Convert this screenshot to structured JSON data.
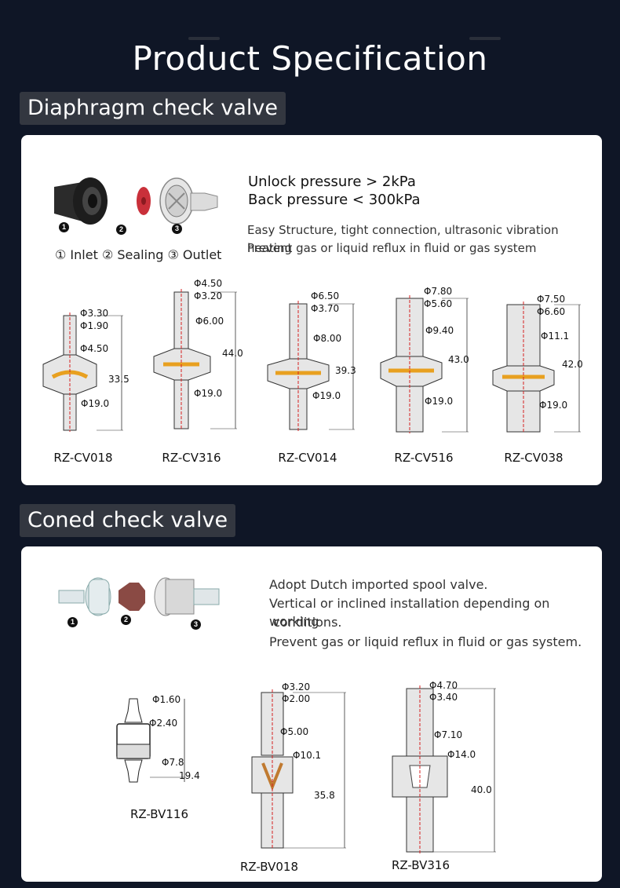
{
  "page": {
    "title": "Product Specification"
  },
  "diaphragm": {
    "heading": "Diaphragm check valve",
    "parts": {
      "n1": "1",
      "n2": "2",
      "n3": "3",
      "legend": "① Inlet ② Sealing ③ Outlet"
    },
    "specs": {
      "unlock": "Unlock pressure > 2kPa",
      "back": "Back pressure < 300kPa",
      "line1": "Easy Structure, tight connection, ultrasonic vibration heating",
      "line2": "Prevent gas or liquid reflux in fluid or gas system"
    },
    "models": [
      {
        "name": "RZ-CV018",
        "dims": [
          "Φ3.30",
          "Φ1.90",
          "Φ4.50",
          "33.5",
          "Φ19.0"
        ]
      },
      {
        "name": "RZ-CV316",
        "dims": [
          "Φ4.50",
          "Φ3.20",
          "Φ6.00",
          "44.0",
          "Φ19.0"
        ]
      },
      {
        "name": "RZ-CV014",
        "dims": [
          "Φ6.50",
          "Φ3.70",
          "Φ8.00",
          "39.3",
          "Φ19.0"
        ]
      },
      {
        "name": "RZ-CV516",
        "dims": [
          "Φ7.80",
          "Φ5.60",
          "Φ9.40",
          "43.0",
          "Φ19.0"
        ]
      },
      {
        "name": "RZ-CV038",
        "dims": [
          "Φ7.50",
          "Φ6.60",
          "Φ11.1",
          "42.0",
          "Φ19.0"
        ]
      }
    ]
  },
  "coned": {
    "heading": "Coned check valve",
    "parts": {
      "n1": "1",
      "n2": "2",
      "n3": "3"
    },
    "specs": {
      "line1": "Adopt Dutch imported spool valve.",
      "line2": "Vertical or inclined installation depending on working",
      "line3": " conditions.",
      "line4": "Prevent gas or liquid reflux in fluid or gas system."
    },
    "models": [
      {
        "name": "RZ-BV116",
        "dims": [
          "Φ1.60",
          "Φ2.40",
          "Φ7.8",
          "19.4"
        ]
      },
      {
        "name": "RZ-BV018",
        "dims": [
          "Φ3.20",
          "Φ2.00",
          "Φ5.00",
          "Φ10.1",
          "35.8"
        ]
      },
      {
        "name": "RZ-BV316",
        "dims": [
          "Φ4.70",
          "Φ3.40",
          "Φ7.10",
          "Φ14.0",
          "40.0"
        ]
      }
    ]
  },
  "colors": {
    "background": "#0f1626",
    "card": "#ffffff",
    "tag": "#333740",
    "valve_body": "#e9e9e9",
    "flow_line": "#d62020",
    "diaphragm": "#e8a020"
  }
}
